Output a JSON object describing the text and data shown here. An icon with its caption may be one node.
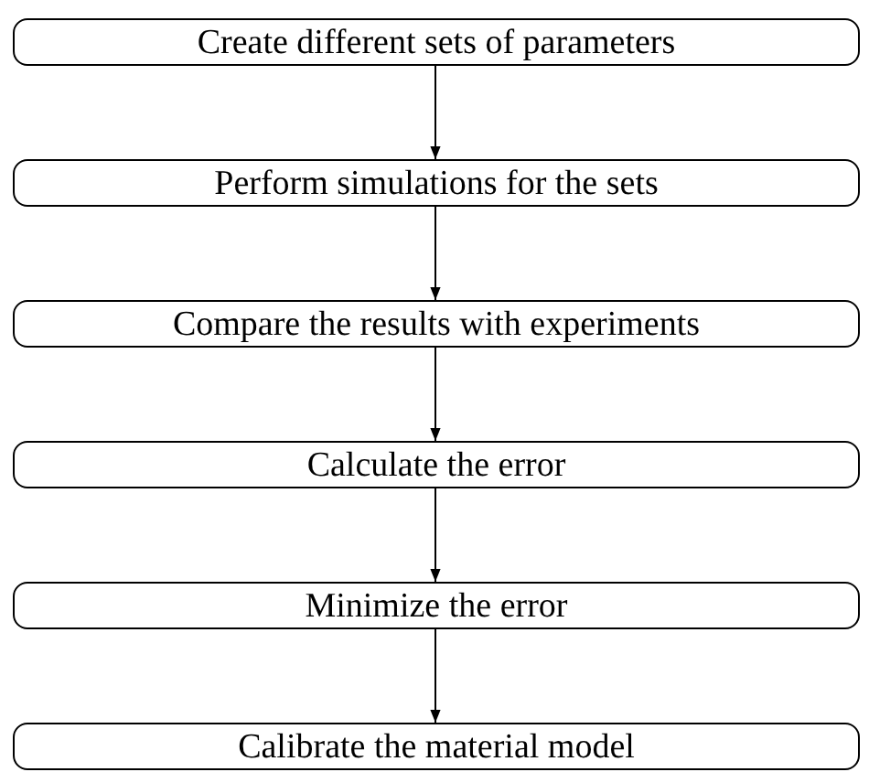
{
  "diagram": {
    "nodes": [
      {
        "text": [
          "Create different sets of parameters"
        ]
      },
      {
        "text": [
          "Perform simulations for the sets"
        ]
      },
      {
        "text": [
          "Compare the results with experiments"
        ]
      },
      {
        "text": [
          "Calculate the error"
        ]
      },
      {
        "text": [
          "Minimize the error"
        ]
      },
      {
        "text": [
          "Calibrate the material model"
        ]
      }
    ],
    "edges": [
      {
        "from": 0,
        "to": 1,
        "arrow": "to"
      },
      {
        "from": 1,
        "to": 2,
        "arrow": "to"
      },
      {
        "from": 2,
        "to": 3,
        "arrow": "to"
      },
      {
        "from": 3,
        "to": 4,
        "arrow": "to"
      },
      {
        "from": 4,
        "to": 5,
        "arrow": "to"
      }
    ]
  }
}
